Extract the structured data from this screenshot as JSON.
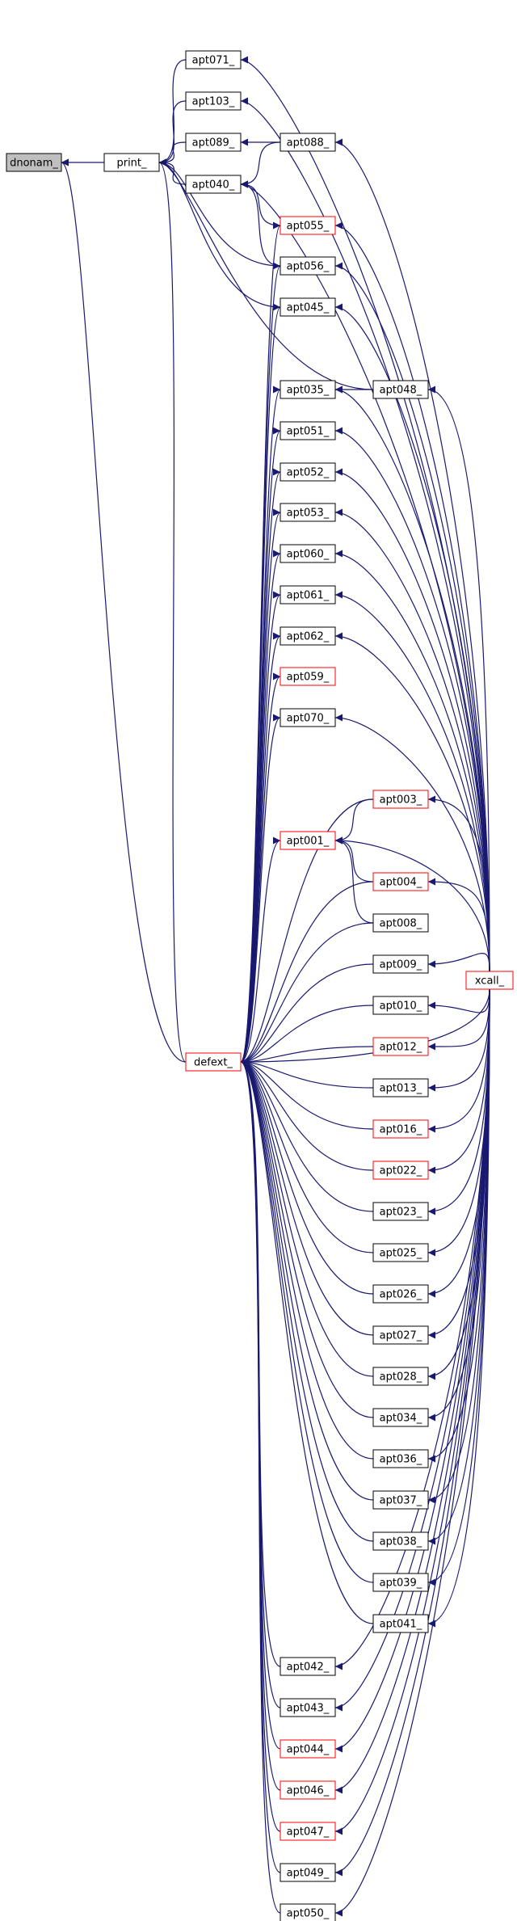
{
  "colors": {
    "edge": "#191970",
    "node_fill": "#ffffff",
    "node_border": "#000000",
    "node_border_truncated": "#ff0000",
    "root_fill": "#bfbfbf",
    "text": "#000000"
  },
  "nodes": {
    "dnonam": {
      "label": "dnonam_",
      "root": true
    },
    "print": {
      "label": "print_"
    },
    "apt071": {
      "label": "apt071_"
    },
    "apt103": {
      "label": "apt103_"
    },
    "apt089": {
      "label": "apt089_"
    },
    "apt088": {
      "label": "apt088_"
    },
    "apt040": {
      "label": "apt040_"
    },
    "apt055": {
      "label": "apt055_",
      "truncated": true
    },
    "apt056": {
      "label": "apt056_"
    },
    "apt045": {
      "label": "apt045_"
    },
    "apt035": {
      "label": "apt035_"
    },
    "apt048": {
      "label": "apt048_"
    },
    "apt051": {
      "label": "apt051_"
    },
    "apt052": {
      "label": "apt052_"
    },
    "apt053": {
      "label": "apt053_"
    },
    "apt060": {
      "label": "apt060_"
    },
    "apt061": {
      "label": "apt061_"
    },
    "apt062": {
      "label": "apt062_"
    },
    "apt059": {
      "label": "apt059_",
      "truncated": true
    },
    "apt070": {
      "label": "apt070_"
    },
    "apt003": {
      "label": "apt003_",
      "truncated": true
    },
    "apt001": {
      "label": "apt001_",
      "truncated": true
    },
    "apt004": {
      "label": "apt004_",
      "truncated": true
    },
    "apt008": {
      "label": "apt008_"
    },
    "apt009": {
      "label": "apt009_"
    },
    "xcall": {
      "label": "xcall_",
      "truncated": true
    },
    "apt010": {
      "label": "apt010_"
    },
    "defext": {
      "label": "defext_",
      "truncated": true
    },
    "apt012": {
      "label": "apt012_",
      "truncated": true
    },
    "apt013": {
      "label": "apt013_"
    },
    "apt016": {
      "label": "apt016_",
      "truncated": true
    },
    "apt022": {
      "label": "apt022_",
      "truncated": true
    },
    "apt023": {
      "label": "apt023_"
    },
    "apt025": {
      "label": "apt025_"
    },
    "apt026": {
      "label": "apt026_"
    },
    "apt027": {
      "label": "apt027_"
    },
    "apt028": {
      "label": "apt028_"
    },
    "apt034": {
      "label": "apt034_"
    },
    "apt036": {
      "label": "apt036_"
    },
    "apt037": {
      "label": "apt037_"
    },
    "apt038": {
      "label": "apt038_"
    },
    "apt039": {
      "label": "apt039_"
    },
    "apt041": {
      "label": "apt041_"
    },
    "apt042": {
      "label": "apt042_"
    },
    "apt043": {
      "label": "apt043_"
    },
    "apt044": {
      "label": "apt044_",
      "truncated": true
    },
    "apt046": {
      "label": "apt046_",
      "truncated": true
    },
    "apt047": {
      "label": "apt047_",
      "truncated": true
    },
    "apt049": {
      "label": "apt049_"
    },
    "apt050": {
      "label": "apt050_"
    }
  },
  "edges": [
    [
      "print",
      "dnonam"
    ],
    [
      "defext",
      "dnonam"
    ],
    [
      "apt071",
      "print"
    ],
    [
      "apt103",
      "print"
    ],
    [
      "apt089",
      "print"
    ],
    [
      "apt040",
      "print"
    ],
    [
      "apt056",
      "print"
    ],
    [
      "apt045",
      "print"
    ],
    [
      "apt048",
      "print"
    ],
    [
      "defext",
      "print"
    ],
    [
      "xcall",
      "apt071"
    ],
    [
      "xcall",
      "apt103"
    ],
    [
      "apt088",
      "apt089"
    ],
    [
      "apt088",
      "apt040"
    ],
    [
      "xcall",
      "apt088"
    ],
    [
      "xcall",
      "apt040"
    ],
    [
      "apt055",
      "apt040"
    ],
    [
      "apt056",
      "apt040"
    ],
    [
      "xcall",
      "apt055"
    ],
    [
      "defext",
      "apt055"
    ],
    [
      "xcall",
      "apt056"
    ],
    [
      "defext",
      "apt056"
    ],
    [
      "xcall",
      "apt045"
    ],
    [
      "defext",
      "apt045"
    ],
    [
      "apt048",
      "apt035"
    ],
    [
      "xcall",
      "apt048"
    ],
    [
      "xcall",
      "apt035"
    ],
    [
      "defext",
      "apt035"
    ],
    [
      "xcall",
      "apt051"
    ],
    [
      "defext",
      "apt051"
    ],
    [
      "xcall",
      "apt052"
    ],
    [
      "defext",
      "apt052"
    ],
    [
      "xcall",
      "apt053"
    ],
    [
      "defext",
      "apt053"
    ],
    [
      "xcall",
      "apt060"
    ],
    [
      "defext",
      "apt060"
    ],
    [
      "xcall",
      "apt061"
    ],
    [
      "defext",
      "apt061"
    ],
    [
      "xcall",
      "apt062"
    ],
    [
      "defext",
      "apt062"
    ],
    [
      "defext",
      "apt059"
    ],
    [
      "xcall",
      "apt070"
    ],
    [
      "defext",
      "apt070"
    ],
    [
      "xcall",
      "apt003"
    ],
    [
      "apt003",
      "apt001"
    ],
    [
      "xcall",
      "apt001"
    ],
    [
      "apt004",
      "apt001"
    ],
    [
      "apt008",
      "apt001"
    ],
    [
      "defext",
      "apt001"
    ],
    [
      "xcall",
      "apt004"
    ],
    [
      "xcall",
      "apt009"
    ],
    [
      "xcall",
      "apt010"
    ],
    [
      "xcall",
      "defext"
    ],
    [
      "apt003",
      "defext"
    ],
    [
      "apt004",
      "defext"
    ],
    [
      "apt008",
      "defext"
    ],
    [
      "apt009",
      "defext"
    ],
    [
      "apt010",
      "defext"
    ],
    [
      "apt012",
      "defext"
    ],
    [
      "apt013",
      "defext"
    ],
    [
      "apt016",
      "defext"
    ],
    [
      "apt022",
      "defext"
    ],
    [
      "apt023",
      "defext"
    ],
    [
      "apt025",
      "defext"
    ],
    [
      "apt026",
      "defext"
    ],
    [
      "apt027",
      "defext"
    ],
    [
      "apt028",
      "defext"
    ],
    [
      "apt034",
      "defext"
    ],
    [
      "apt036",
      "defext"
    ],
    [
      "apt037",
      "defext"
    ],
    [
      "apt038",
      "defext"
    ],
    [
      "apt039",
      "defext"
    ],
    [
      "apt041",
      "defext"
    ],
    [
      "apt042",
      "defext"
    ],
    [
      "apt043",
      "defext"
    ],
    [
      "apt044",
      "defext"
    ],
    [
      "apt046",
      "defext"
    ],
    [
      "apt047",
      "defext"
    ],
    [
      "apt049",
      "defext"
    ],
    [
      "apt050",
      "defext"
    ],
    [
      "xcall",
      "apt012"
    ],
    [
      "xcall",
      "apt013"
    ],
    [
      "xcall",
      "apt016"
    ],
    [
      "xcall",
      "apt022"
    ],
    [
      "xcall",
      "apt023"
    ],
    [
      "xcall",
      "apt025"
    ],
    [
      "xcall",
      "apt026"
    ],
    [
      "xcall",
      "apt027"
    ],
    [
      "xcall",
      "apt028"
    ],
    [
      "xcall",
      "apt034"
    ],
    [
      "xcall",
      "apt036"
    ],
    [
      "xcall",
      "apt037"
    ],
    [
      "xcall",
      "apt038"
    ],
    [
      "xcall",
      "apt039"
    ],
    [
      "xcall",
      "apt041"
    ],
    [
      "xcall",
      "apt042"
    ],
    [
      "xcall",
      "apt043"
    ],
    [
      "xcall",
      "apt044"
    ],
    [
      "xcall",
      "apt046"
    ],
    [
      "xcall",
      "apt047"
    ],
    [
      "xcall",
      "apt049"
    ],
    [
      "xcall",
      "apt050"
    ]
  ]
}
